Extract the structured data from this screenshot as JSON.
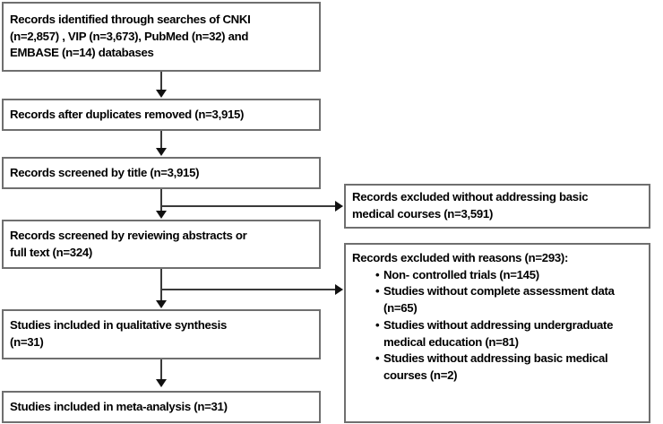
{
  "diagram": {
    "type": "prisma-flow-diagram",
    "title": "",
    "accent_color": "#6f6f6f",
    "connector_color": "#3a3a3a",
    "text_color": "#000000",
    "background": "#ffffff"
  },
  "main_flow": [
    {
      "id": "identification",
      "lines": [
        "Records identified through searches of CNKI",
        "(n=2,857) , VIP (n=3,673), PubMed (n=32) and",
        "EMBASE (n=14) databases"
      ]
    },
    {
      "id": "duplicates-removed",
      "lines": [
        "Records after duplicates removed (n=3,915)"
      ]
    },
    {
      "id": "screened-by-title",
      "lines": [
        "Records screened by title (n=3,915)"
      ]
    },
    {
      "id": "screened-abstracts-fulltext",
      "lines": [
        "Records screened by reviewing abstracts or",
        "full text (n=324)"
      ]
    },
    {
      "id": "qualitative-synthesis",
      "lines": [
        " Studies included in qualitative synthesis",
        "(n=31)"
      ]
    },
    {
      "id": "meta-analysis",
      "lines": [
        "Studies included in meta-analysis (n=31)"
      ]
    }
  ],
  "exclusions": [
    {
      "id": "excluded-title-screen",
      "lines": [
        "Records excluded without addressing basic",
        "medical courses (n=3,591)"
      ]
    },
    {
      "id": "excluded-with-reasons",
      "title": "Records excluded with reasons (n=293):",
      "reasons": [
        "Non- controlled trials (n=145)",
        "Studies without complete assessment data (n=65)",
        "Studies without addressing undergraduate medical education (n=81)",
        "Studies without addressing basic medical courses (n=2)"
      ]
    }
  ]
}
